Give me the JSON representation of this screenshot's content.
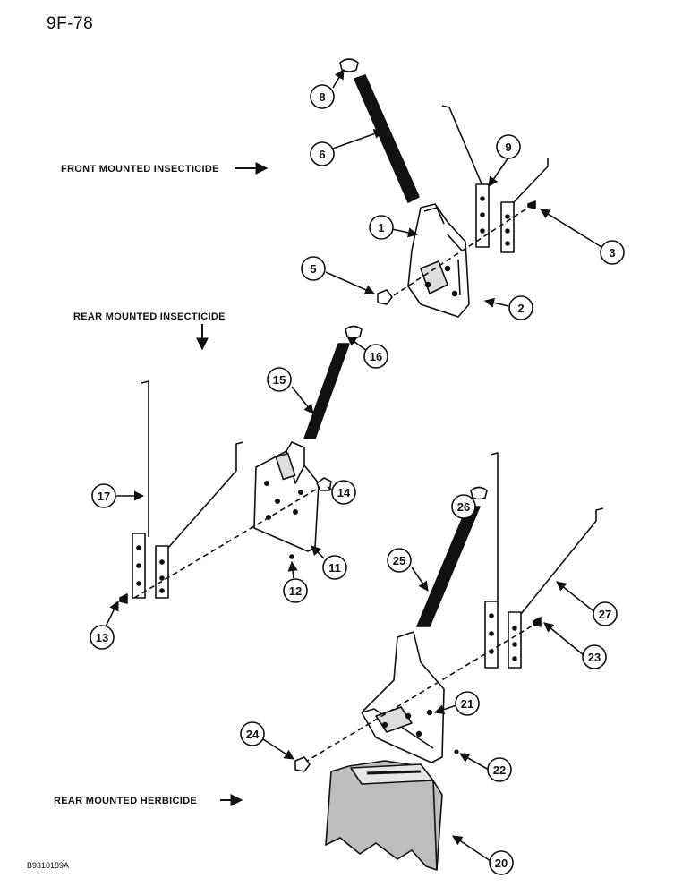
{
  "page": {
    "number": "9F-78",
    "figure_id": "B9310189A"
  },
  "sections": {
    "front_insecticide": "FRONT MOUNTED INSECTICIDE",
    "rear_insecticide": "REAR MOUNTED INSECTICIDE",
    "rear_herbicide": "REAR MOUNTED HERBICIDE"
  },
  "callouts": [
    {
      "id": "8"
    },
    {
      "id": "6"
    },
    {
      "id": "9"
    },
    {
      "id": "1"
    },
    {
      "id": "3"
    },
    {
      "id": "5"
    },
    {
      "id": "2"
    },
    {
      "id": "16"
    },
    {
      "id": "15"
    },
    {
      "id": "14"
    },
    {
      "id": "17"
    },
    {
      "id": "11"
    },
    {
      "id": "12"
    },
    {
      "id": "13"
    },
    {
      "id": "26"
    },
    {
      "id": "25"
    },
    {
      "id": "27"
    },
    {
      "id": "23"
    },
    {
      "id": "21"
    },
    {
      "id": "24"
    },
    {
      "id": "22"
    },
    {
      "id": "20"
    }
  ],
  "colors": {
    "ink": "#111111",
    "paper": "#ffffff",
    "shade": "#bdbdbd"
  }
}
